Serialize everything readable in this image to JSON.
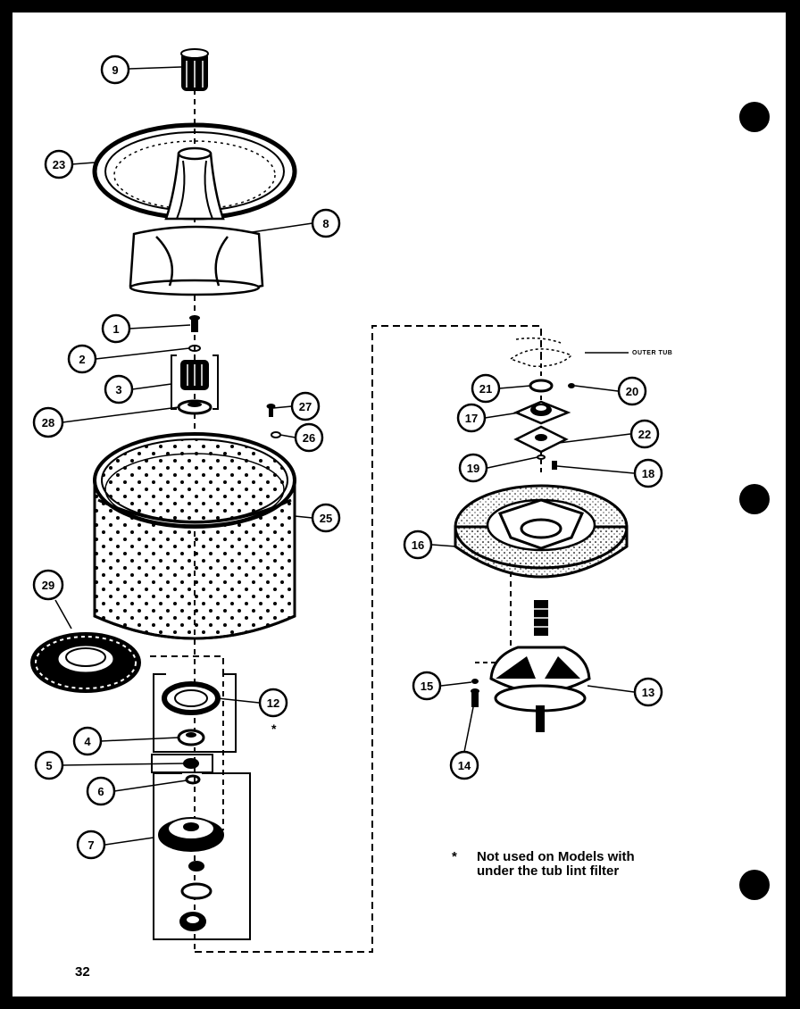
{
  "page": {
    "number": "32"
  },
  "note": {
    "mark": "*",
    "line1": "Not used on Models with",
    "line2": "under the tub lint filter"
  },
  "labels": {
    "outer_tub": "OUTER TUB",
    "part12_mark": "*"
  },
  "callouts": [
    "9",
    "23",
    "8",
    "1",
    "2",
    "3",
    "28",
    "27",
    "26",
    "25",
    "29",
    "12",
    "4",
    "5",
    "6",
    "7",
    "21",
    "20",
    "17",
    "22",
    "19",
    "18",
    "16",
    "15",
    "14",
    "13"
  ],
  "colors": {
    "ink": "#000000",
    "paper": "#ffffff"
  }
}
